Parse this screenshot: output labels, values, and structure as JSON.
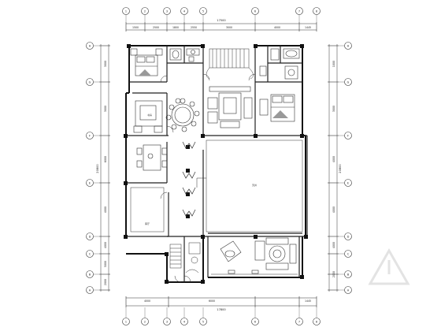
{
  "plan": {
    "top_dims": [
      "1500",
      "2500",
      "1800",
      "2550",
      "3000",
      "4000",
      "1445"
    ],
    "top_total": "17500",
    "bottom_dims": [
      "4000",
      "6000",
      "1445"
    ],
    "bottom_total": "17800",
    "left_dims": [
      "3000",
      "3000",
      "6000",
      "4000",
      "4000",
      "5000",
      "2000"
    ],
    "left_total": "20800",
    "right_dims": [
      "1000",
      "3000",
      "4000",
      "4000",
      "4000",
      "2000"
    ],
    "right_total": "20800",
    "axis_labels_top": [
      "1",
      "2",
      "3",
      "4",
      "5",
      "6",
      "7",
      "8"
    ],
    "axis_labels_side": [
      "H",
      "G",
      "F",
      "E",
      "D",
      "C",
      "B",
      "A"
    ],
    "rooms": {
      "garage_note": "客厅",
      "study_note": "书房",
      "court_note": "天井"
    }
  }
}
